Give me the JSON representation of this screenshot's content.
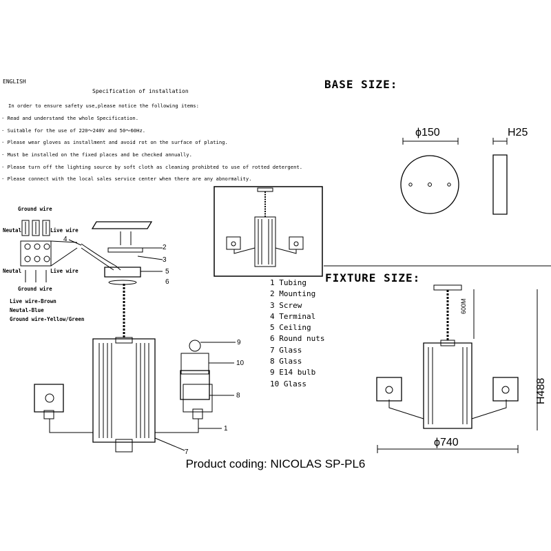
{
  "instructions": {
    "language": "ENGLISH",
    "title": "Specification of installation",
    "intro": "In order to ensure safety use,please notice the following items:",
    "bullets": [
      "·  Read and understand the whole Specification.",
      "·  Suitable for the use of 220～240V and 50～60Hz.",
      "·  Please wear gloves as installment and avoid rot on the surface of plating.",
      "·  Must be installed on the fixed places and be checked annually.",
      "·  Please turn off the lighting source by soft cloth as cleaning prohibted to use of rotted detergent.",
      "·  Please connect with the local sales service center when there are any abnormality."
    ]
  },
  "wiring": {
    "ground_wire_top": "Ground wire",
    "neutral_top": "Neutal",
    "live_wire_top": "Live wire",
    "neutral_bottom": "Neutal",
    "live_wire_bottom": "Live wire",
    "ground_wire_bottom": "Ground wire",
    "legend": [
      "Live wire-Brown",
      "Neutal-Blue",
      "Ground wire-Yellow/Green"
    ]
  },
  "callouts": [
    "1",
    "2",
    "3",
    "4",
    "5",
    "6",
    "7",
    "8",
    "9",
    "10"
  ],
  "parts_list": [
    "1 Tubing",
    "2 Mounting",
    "3 Screw",
    "4 Terminal",
    "5 Ceiling",
    "6 Round nuts",
    "7 Glass",
    "8 Glass",
    "9 E14 bulb",
    "10 Glass"
  ],
  "base_size": {
    "title": "BASE SIZE:",
    "diameter": "ϕ150",
    "height": "H25"
  },
  "fixture_size": {
    "title": "FIXTURE SIZE:",
    "chain": "600M",
    "height": "H488",
    "width": "ϕ740"
  },
  "product_coding": "Product coding: NICOLAS SP-PL6"
}
